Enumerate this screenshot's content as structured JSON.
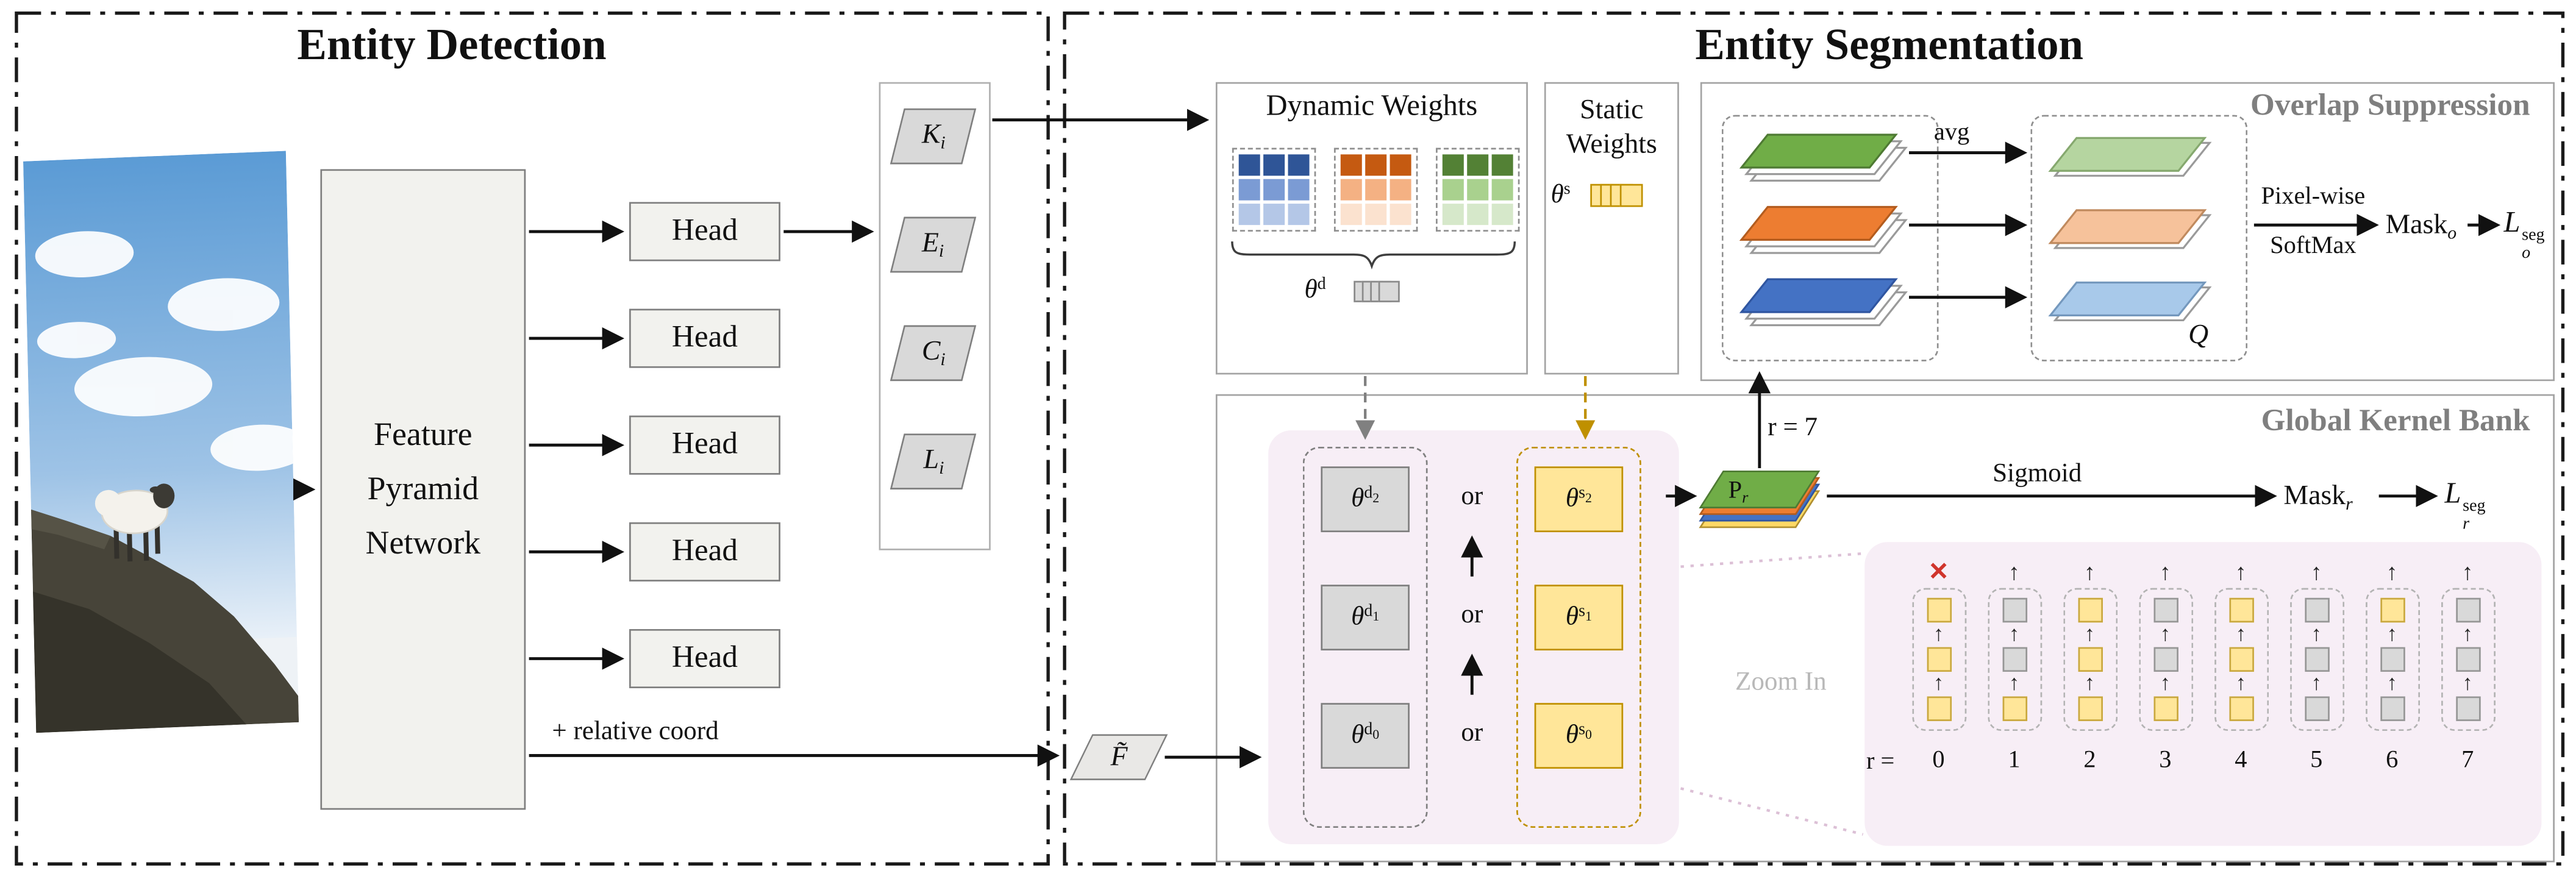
{
  "det": {
    "title": "Entity Detection",
    "fpn": [
      "Feature",
      "Pyramid",
      "Network"
    ],
    "heads": [
      "Head",
      "Head",
      "Head",
      "Head",
      "Head"
    ],
    "outputs": [
      {
        "base": "K",
        "sub": "i"
      },
      {
        "base": "E",
        "sub": "i"
      },
      {
        "base": "C",
        "sub": "i"
      },
      {
        "base": "L",
        "sub": "i"
      }
    ],
    "relcoord": "+ relative coord",
    "fmap": "F̃"
  },
  "seg": {
    "title": "Entity Segmentation"
  },
  "dw": {
    "title": "Dynamic Weights",
    "theta": {
      "base": "θ",
      "sup": "d"
    }
  },
  "sw": {
    "line1": "Static",
    "line2": "Weights",
    "theta": {
      "base": "θ",
      "sup": "s"
    }
  },
  "os": {
    "title": "Overlap Suppression",
    "avg": "avg",
    "q": "Q",
    "pw1": "Pixel-wise",
    "pw2": "SoftMax",
    "mask": {
      "base": "Mask",
      "sub": "o"
    },
    "loss": {
      "base": "L",
      "sup": "seg",
      "sub": "o"
    }
  },
  "gkb": {
    "title": "Global Kernel Bank",
    "or": [
      "or",
      "or",
      "or"
    ],
    "dyn": [
      {
        "base": "θ",
        "sup": "d",
        "idx": "2"
      },
      {
        "base": "θ",
        "sup": "d",
        "idx": "1"
      },
      {
        "base": "θ",
        "sup": "d",
        "idx": "0"
      }
    ],
    "sta": [
      {
        "base": "θ",
        "sup": "s",
        "idx": "2"
      },
      {
        "base": "θ",
        "sup": "s",
        "idx": "1"
      },
      {
        "base": "θ",
        "sup": "s",
        "idx": "0"
      }
    ],
    "r7": "r = 7",
    "p": {
      "base": "P",
      "sub": "r"
    },
    "sigmoid": "Sigmoid",
    "mask": {
      "base": "Mask",
      "sub": "r"
    },
    "loss": {
      "base": "L",
      "sup": "seg",
      "sub": "r"
    },
    "zoomin": "Zoom In"
  },
  "zoom": {
    "rprefix": "r =",
    "labels": [
      "0",
      "1",
      "2",
      "3",
      "4",
      "5",
      "6",
      "7"
    ],
    "cross": "✕",
    "arrow": "↑",
    "grid": [
      [
        "static",
        "dynamic",
        "static",
        "dynamic",
        "static",
        "dynamic",
        "static",
        "dynamic"
      ],
      [
        "static",
        "dynamic",
        "static",
        "dynamic",
        "static",
        "dynamic",
        "dynamic",
        "dynamic"
      ],
      [
        "static",
        "static",
        "static",
        "static",
        "static",
        "dynamic",
        "dynamic",
        "dynamic"
      ]
    ]
  },
  "colors": {
    "dynamic_blue_rows": [
      "#2f5597",
      "#7b9bd4",
      "#b4c7e7"
    ],
    "dynamic_orange_rows": [
      "#c55a11",
      "#f4b183",
      "#fbe2cf"
    ],
    "dynamic_green_rows": [
      "#538135",
      "#a9d18e",
      "#d6e8ca"
    ],
    "static_yellow": "#ffe699",
    "kernel_gray": "#d9d9d9",
    "mask_green": "#70ad47",
    "mask_orange": "#ed7d31",
    "mask_blue": "#4472c4",
    "avg_green": "#b5d5a0",
    "avg_orange": "#f6c29b",
    "avg_blue": "#a8c9ea",
    "pr_yellow": "#ffd966",
    "highlight_pink": "#f7eef6",
    "cross_red": "#d0342c"
  }
}
